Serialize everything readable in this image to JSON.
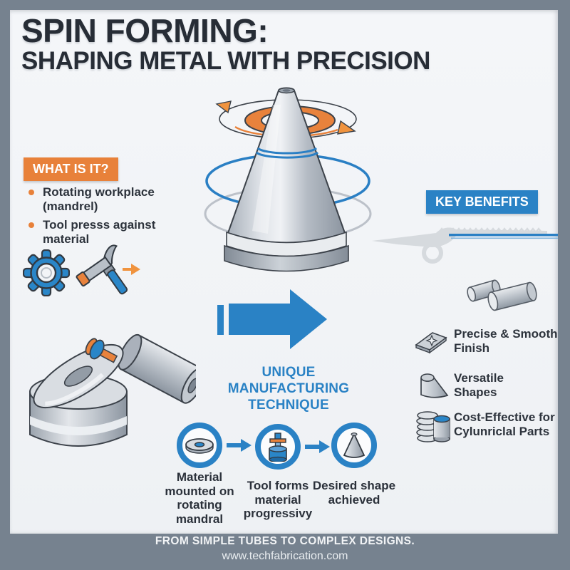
{
  "title": {
    "line1": "SPIN FORMING:",
    "line2": "SHAPING METAL WITH PRECISION"
  },
  "what_is_it": {
    "badge_label": "WHAT IS IT?",
    "bullets": [
      "Rotating workplace (mandrel)",
      "Tool presss against material"
    ]
  },
  "key_benefits": {
    "badge_label": "KEY BENEFITS",
    "items": [
      {
        "icon": "star-sheet-icon",
        "label": "Precise & Smooth Finish"
      },
      {
        "icon": "cone-shape-icon",
        "label": "Versatile Shapes"
      },
      {
        "icon": "coin-stack-cylinder-icon",
        "label": "Cost-Effective for Cylunriclal Parts"
      }
    ]
  },
  "technique_label": "UNIQUE MANUFACTURING TECHNIQUE",
  "process_steps": [
    {
      "icon": "mandrel-disc-icon",
      "caption": "Material mounted on rotating mandral"
    },
    {
      "icon": "forming-tool-icon",
      "caption": "Tool forms material progressivy"
    },
    {
      "icon": "finished-cone-icon",
      "caption": "Desired shape achieved"
    }
  ],
  "footer": {
    "tagline": "FROM SIMPLE TUBES TO COMPLEX DESIGNS.",
    "website": "www.techfabrication.com"
  },
  "illustrations": {
    "main": "spinning-cone-with-rotation-arrows",
    "machine": "roller-tool-on-mandrel-disc",
    "gear": "gear-icon",
    "hammer": "hammer-with-motion-arrow-icon",
    "blade": "serrated-tool-with-blue-line",
    "cylinders": "metal-cylinder-parts"
  },
  "colors": {
    "frame": "#76828F",
    "panel": "#F2F4F7",
    "accent_orange": "#E8813A",
    "accent_blue": "#2A82C5",
    "text_dark": "#2A3038"
  }
}
